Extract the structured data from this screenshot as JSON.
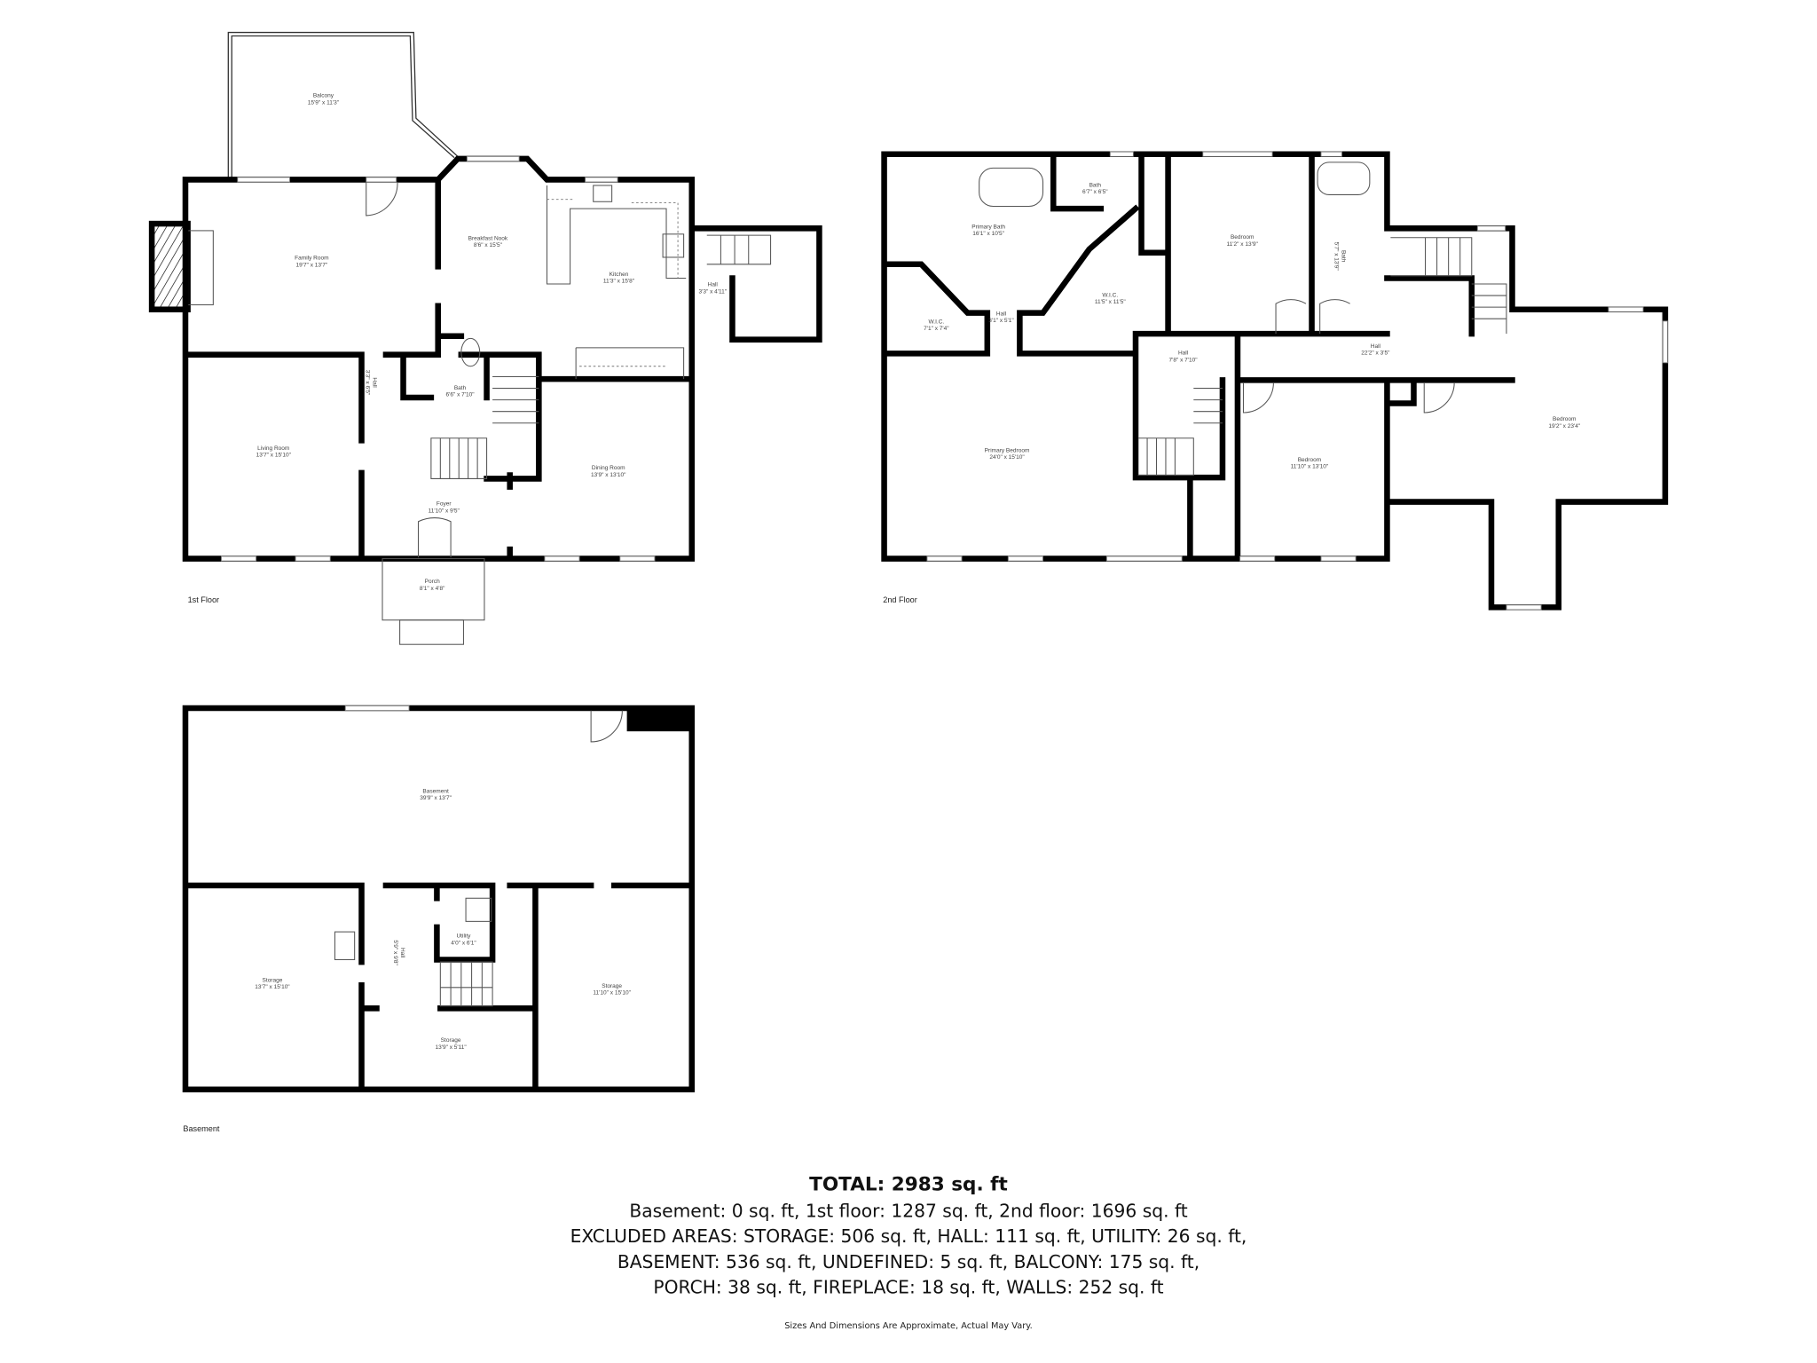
{
  "floors": [
    {
      "label": "1st Floor"
    },
    {
      "label": "2nd Floor"
    },
    {
      "label": "Basement"
    }
  ],
  "rooms": [
    {
      "name": "Balcony",
      "dims": "15'9\" x 11'3\""
    },
    {
      "name": "Family Room",
      "dims": "19'7\" x 13'7\""
    },
    {
      "name": "Breakfast Nook",
      "dims": "8'6\" x 15'5\""
    },
    {
      "name": "Kitchen",
      "dims": "11'3\" x 15'8\""
    },
    {
      "name": "Hall",
      "dims": "3'3\" x 4'11\""
    },
    {
      "name": "Hall",
      "dims": "3'3\" x 6'5\""
    },
    {
      "name": "Bath",
      "dims": "6'6\" x 7'10\""
    },
    {
      "name": "Living Room",
      "dims": "13'7\" x 15'10\""
    },
    {
      "name": "Dining Room",
      "dims": "13'9\" x 13'10\""
    },
    {
      "name": "Foyer",
      "dims": "11'10\" x 9'5\""
    },
    {
      "name": "Porch",
      "dims": "8'1\" x 4'8\""
    },
    {
      "name": "Primary Bath",
      "dims": "16'1\" x 10'5\""
    },
    {
      "name": "Bath",
      "dims": "6'7\" x 6'5\""
    },
    {
      "name": "Bedroom",
      "dims": "11'2\" x 13'9\""
    },
    {
      "name": "Bath",
      "dims": "5'7\" x 13'9\""
    },
    {
      "name": "W.I.C.",
      "dims": "7'1\" x 7'4\""
    },
    {
      "name": "Hall",
      "dims": "3'1\" x 5'1\""
    },
    {
      "name": "W.I.C.",
      "dims": "11'5\" x 11'5\""
    },
    {
      "name": "Hall",
      "dims": "7'8\" x 7'10\""
    },
    {
      "name": "Hall",
      "dims": "22'2\" x 3'5\""
    },
    {
      "name": "Primary Bedroom",
      "dims": "24'0\" x 15'10\""
    },
    {
      "name": "Bedroom",
      "dims": "11'10\" x 13'10\""
    },
    {
      "name": "Bedroom",
      "dims": "19'2\" x 23'4\""
    },
    {
      "name": "Basement",
      "dims": "39'9\" x 13'7\""
    },
    {
      "name": "Storage",
      "dims": "13'7\" x 15'10\""
    },
    {
      "name": "Hall",
      "dims": "5'9\" x 9'8\""
    },
    {
      "name": "Utility",
      "dims": "4'0\" x 6'1\""
    },
    {
      "name": "Storage",
      "dims": "11'10\" x 15'10\""
    },
    {
      "name": "Storage",
      "dims": "13'9\" x 5'11\""
    }
  ],
  "summary": {
    "total": "TOTAL: 2983 sq. ft",
    "lines": [
      "Basement: 0 sq. ft, 1st floor: 1287 sq. ft, 2nd floor: 1696 sq. ft",
      "EXCLUDED AREAS: STORAGE: 506 sq. ft, HALL: 111 sq. ft, UTILITY: 26 sq. ft,",
      "BASEMENT: 536 sq. ft, UNDEFINED: 5 sq. ft, BALCONY: 175 sq. ft,",
      "PORCH: 38 sq. ft, FIREPLACE: 18 sq. ft, WALLS: 252 sq. ft"
    ],
    "disclaimer": "Sizes And Dimensions Are Approximate, Actual May Vary."
  }
}
